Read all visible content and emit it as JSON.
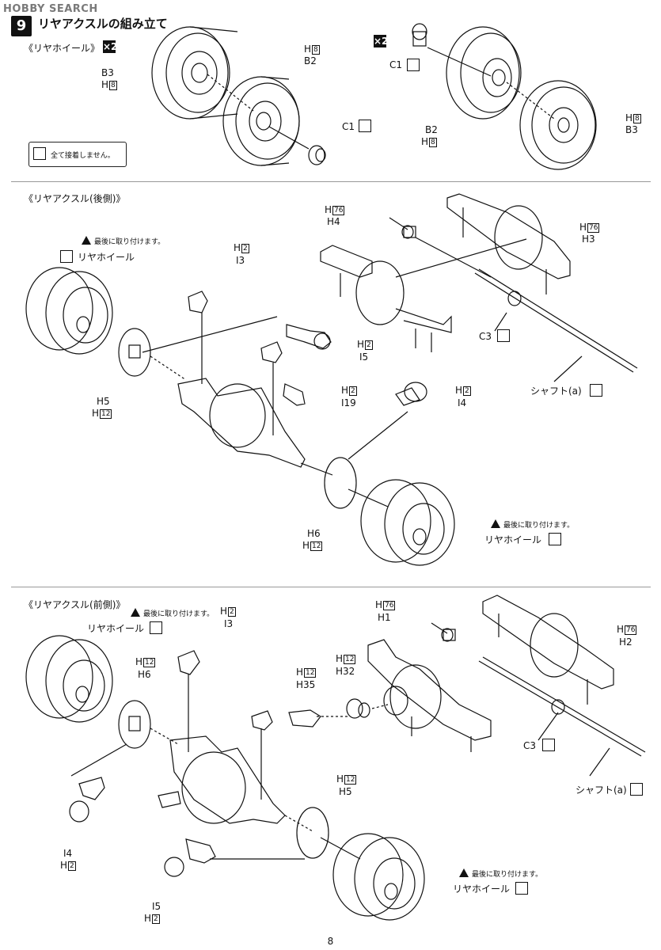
{
  "watermark": "HOBBY SEARCH",
  "step": {
    "number": "9",
    "title": "リヤアクスルの組み立て"
  },
  "wheel_section": {
    "heading": "《リヤホイール》",
    "multiplier": "×2",
    "left_wheel": {
      "label_b3": "B3",
      "runner_b3": "H",
      "num_b3": "8",
      "runner_b2": "H",
      "num_b2": "8",
      "label_b2": "B2",
      "label_c1": "C1"
    },
    "right_wheel": {
      "label_c1": "C1",
      "label_b2": "B2",
      "runner_b2": "H",
      "num_b2": "8",
      "runner_b3": "H",
      "num_b3": "8",
      "label_b3": "B3"
    },
    "note": "全て接着しません。"
  },
  "rear_axle_back": {
    "heading": "《リヤアクスル(後側)》",
    "warning_top": "最後に取り付けます。",
    "rear_wheel_top": "リヤホイール",
    "warning_bottom": "最後に取り付けます。",
    "rear_wheel_bottom": "リヤホイール",
    "parts": {
      "h4": {
        "runner": "H",
        "num": "76",
        "label": "H4"
      },
      "h3": {
        "runner": "H",
        "num": "76",
        "label": "H3"
      },
      "i3": {
        "runner": "H",
        "num": "2",
        "label": "I3"
      },
      "i5": {
        "runner": "H",
        "num": "2",
        "label": "I5"
      },
      "i19": {
        "runner": "H",
        "num": "2",
        "label": "I19"
      },
      "i4": {
        "runner": "H",
        "num": "2",
        "label": "I4"
      },
      "h5": {
        "label": "H5",
        "runner": "H",
        "num": "12"
      },
      "h6": {
        "label": "H6",
        "runner": "H",
        "num": "12"
      },
      "c3": {
        "label": "C3"
      },
      "shaft": {
        "label": "シャフト(a)"
      }
    }
  },
  "rear_axle_front": {
    "heading": "《リヤアクスル(前側)》",
    "warning_top": "最後に取り付けます。",
    "rear_wheel_top": "リヤホイール",
    "warning_bottom": "最後に取り付けます。",
    "rear_wheel_bottom": "リヤホイール",
    "parts": {
      "i3": {
        "runner": "H",
        "num": "2",
        "label": "I3"
      },
      "h6": {
        "runner": "H",
        "num": "12",
        "label": "H6"
      },
      "h1": {
        "runner": "H",
        "num": "76",
        "label": "H1"
      },
      "h2": {
        "runner": "H",
        "num": "76",
        "label": "H2"
      },
      "h35": {
        "runner": "H",
        "num": "12",
        "label": "H35"
      },
      "h32": {
        "runner": "H",
        "num": "12",
        "label": "H32"
      },
      "h5": {
        "runner": "H",
        "num": "12",
        "label": "H5"
      },
      "i4": {
        "label": "I4",
        "runner": "H",
        "num": "2"
      },
      "i5": {
        "label": "I5",
        "runner": "H",
        "num": "2"
      },
      "c3": {
        "label": "C3"
      },
      "shaft": {
        "label": "シャフト(a)"
      }
    }
  },
  "page_number": "8"
}
